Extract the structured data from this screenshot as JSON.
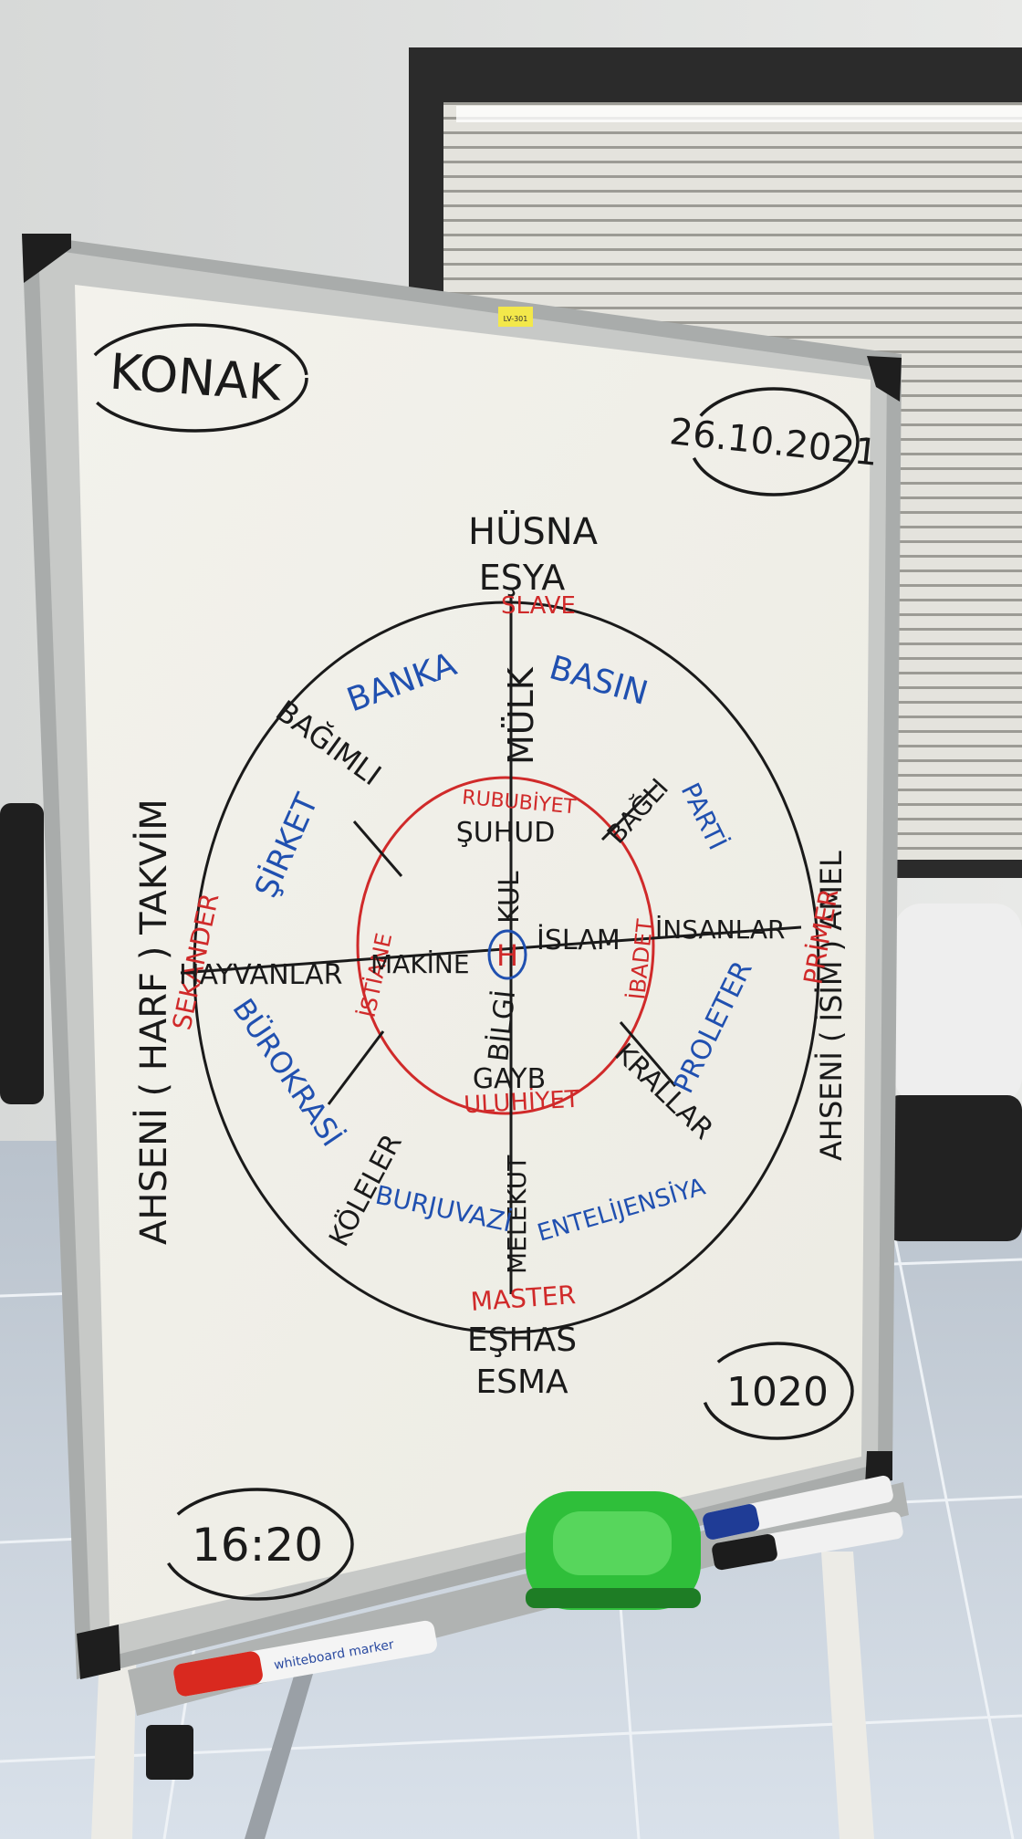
{
  "photo": {
    "corners": {
      "top_left": "KONAK",
      "top_right": "26.10.2021",
      "bottom_left": "16:20",
      "bottom_right": "1020"
    },
    "side_texts": {
      "left": "AHSENİ ( HARF ) TAKVİM",
      "right": "AHSENİ ( İSİM ) AMEL"
    },
    "axis_texts": {
      "top_1": "HÜSNA",
      "top_2": "EŞYA",
      "bottom_1": "EŞHAS",
      "bottom_2": "ESMA"
    },
    "outer_ring": {
      "top": "SLAVE",
      "bottom": "MASTER",
      "left": "SEKANDER",
      "right": "PRİMER"
    },
    "inner_ring": {
      "top": "RUBUBİYET",
      "bottom": "ULUHİYET",
      "left": "İSTİANE",
      "right": "İBADET"
    },
    "spokes": {
      "up_outer": "MÜLK",
      "up_inner": "KUL",
      "down_outer": "MELEKUT",
      "down_inner": "BİLGİ",
      "left_outer": "HAYVANLAR",
      "left_inner": "MAKİNE",
      "right_outer": "İNSANLAR",
      "right_inner": "İSLAM",
      "center": "H",
      "top_inner_label": "ŞUHUD",
      "bottom_inner_label": "GAYB",
      "upper_left": "BAĞIMLI",
      "upper_right": "BAĞLI",
      "lower_left": "KÖLELER",
      "lower_right": "KRALLAR"
    },
    "blue_labels": {
      "banka": "BANKA",
      "basin": "BASIN",
      "sirket": "ŞİRKET",
      "parti": "PARTİ",
      "burokrasi": "BÜROKRASİ",
      "proleter": "PROLETER",
      "bursuvazi": "BURJUVAZİ",
      "entelijensiya": "ENTELİJENSİYA"
    },
    "sticker": "LV-301",
    "marker_label": "whiteboard marker",
    "colors": {
      "ink_black": "#1a1a1a",
      "ink_blue": "#2050b0",
      "ink_red": "#d02a2a",
      "eraser_green": "#2fbf3a"
    }
  }
}
